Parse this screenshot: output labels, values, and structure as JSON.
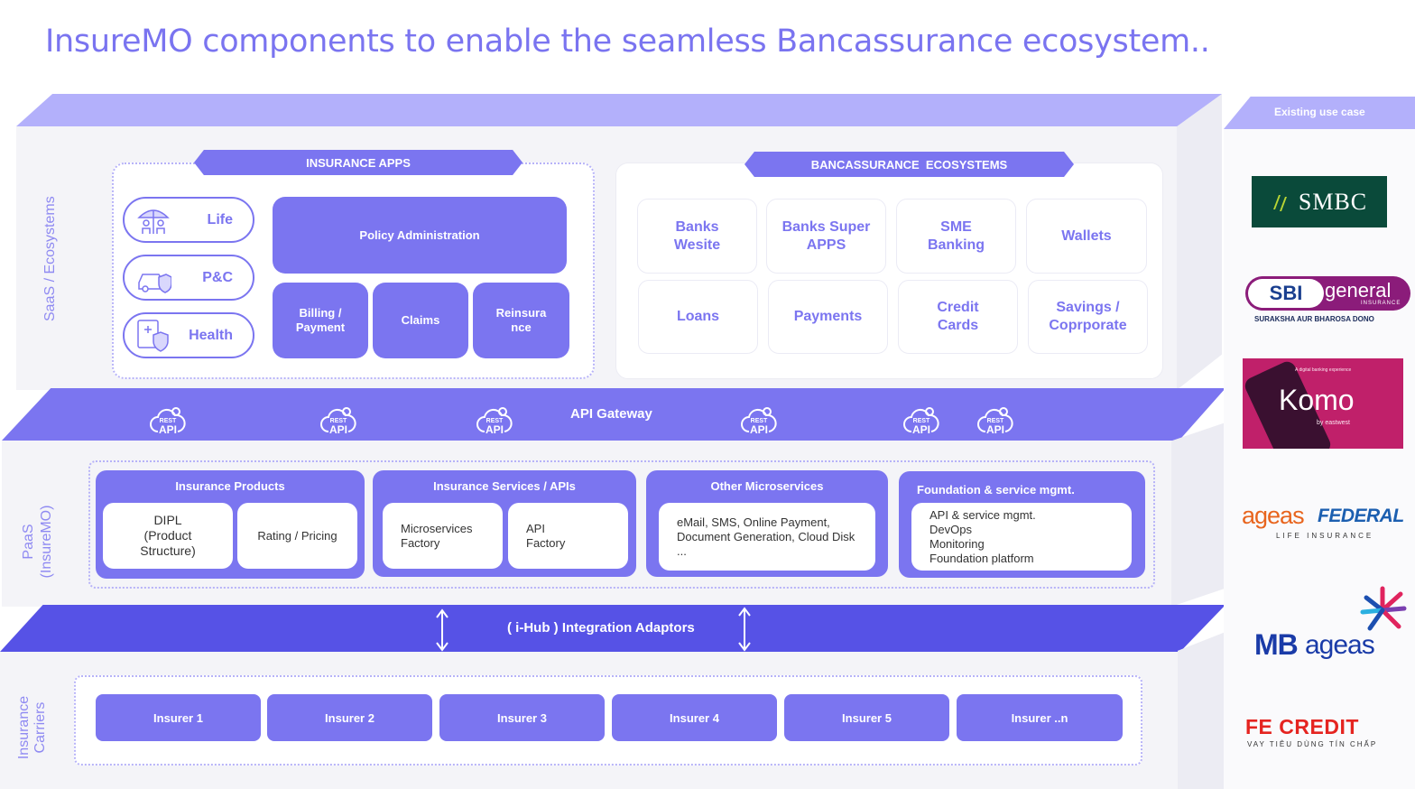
{
  "title": "InsureMO components to enable the seamless Bancassurance ecosystem..",
  "layers": {
    "saas": "SaaS / Ecosystems",
    "paas": "PaaS (InsureMO)",
    "carriers": "Insurance Carriers"
  },
  "insurance_apps": {
    "heading": "INSURANCE APPS",
    "apps": [
      {
        "label": "Life",
        "icon": "family-umbrella-icon"
      },
      {
        "label": "P&C",
        "icon": "car-shield-icon"
      },
      {
        "label": "Health",
        "icon": "medical-shield-icon"
      }
    ],
    "policy_admin": "Policy Administration",
    "modules": [
      "Billing / Payment",
      "Claims",
      "Reinsura nce"
    ]
  },
  "bancassurance": {
    "heading": "BANCASSURANCE  ECOSYSTEMS",
    "row1": [
      "Banks Wesite",
      "Banks Super APPS",
      "SME Banking",
      "Wallets"
    ],
    "row2": [
      "Loans",
      "Payments",
      "Credit Cards",
      "Savings / Coprporate"
    ]
  },
  "api_gateway": {
    "label": "API Gateway",
    "icon_top": "REST",
    "icon_bottom": "API"
  },
  "paas_groups": [
    {
      "title": "Insurance Products",
      "cards": [
        "DIPL (Product Structure)",
        "Rating / Pricing"
      ]
    },
    {
      "title": "Insurance Services / APIs",
      "cards": [
        "Microservices Factory",
        "API Factory"
      ]
    },
    {
      "title": "Other Microservices",
      "cards": [
        "eMail, SMS, Online Payment, Document Generation, Cloud Disk ..."
      ]
    },
    {
      "title": "Foundation & service mgmt.",
      "cards": [
        "API & service mgmt.\nDevOps\nMonitoring\nFoundation platform"
      ]
    }
  ],
  "ihub": "( i-Hub ) Integration Adaptors",
  "insurers": [
    "Insurer 1",
    "Insurer 2",
    "Insurer 3",
    "Insurer 4",
    "Insurer 5",
    "Insurer ..n"
  ],
  "existing": {
    "heading": "Existing use case",
    "logos": [
      {
        "name": "SMBC"
      },
      {
        "name": "SBI",
        "word": "general",
        "sub": "INSURANCE",
        "tag": "SURAKSHA AUR BHAROSA DONO"
      },
      {
        "name": "Komo",
        "kicker": "A digital banking experience",
        "by": "by eastwest"
      },
      {
        "name": "ageas",
        "name2": "FEDERAL",
        "sub": "LIFE INSURANCE"
      },
      {
        "name": "MB",
        "name2": "ageas"
      },
      {
        "name": "FE CREDIT",
        "sub": "VAY TIÊU DÙNG TÍN CHẤP"
      }
    ]
  },
  "colors": {
    "primary": "#7b75f0",
    "dark": "#5652e6",
    "light_top": "#b3b0fb",
    "panel": "#f4f4f8"
  }
}
